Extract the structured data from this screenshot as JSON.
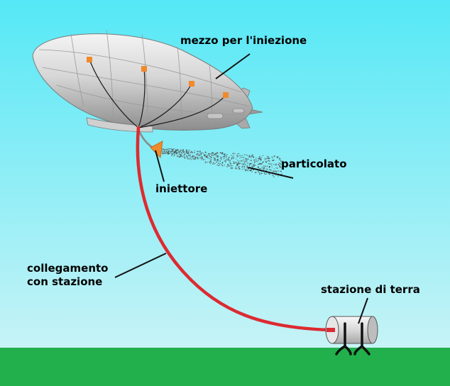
{
  "labels": {
    "vehicle": "mezzo per l'iniezione",
    "particulate": "particolato",
    "injector": "iniettore",
    "tether_line1": "collegamento",
    "tether_line2": "con stazione",
    "ground_station": "stazione di terra"
  },
  "colors": {
    "sky_top": "#55e8f6",
    "sky_bottom": "#c6f3f6",
    "ground": "#22b04c",
    "tether": "#dc2b31",
    "attachment_points": "#f08a2a",
    "injector": "#f08a2a"
  }
}
